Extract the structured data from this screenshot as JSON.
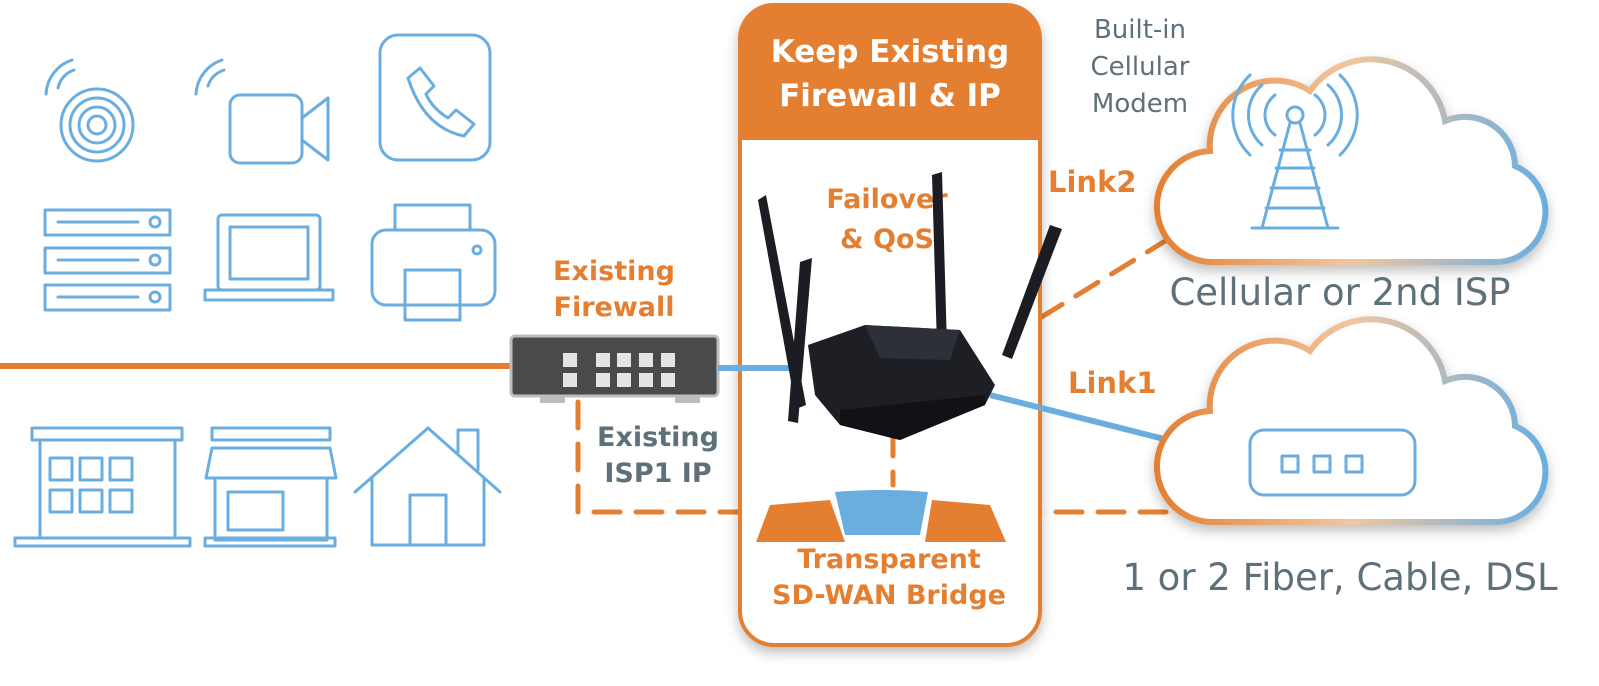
{
  "colors": {
    "orange": "#E47F31",
    "blue": "#6AAEE0",
    "gray_text": "#5E7079",
    "device_dark": "#4A4A4A"
  },
  "box": {
    "title_lines": [
      "Keep Existing",
      "Firewall & IP"
    ],
    "feature_lines": [
      "Failover",
      "& QoS"
    ],
    "bridge_lines": [
      "Transparent",
      "SD-WAN Bridge"
    ]
  },
  "labels": {
    "existing_firewall": [
      "Existing",
      "Firewall"
    ],
    "existing_isp1_ip": [
      "Existing",
      "ISP1 IP"
    ],
    "built_in_modem": [
      "Built-in",
      "Cellular",
      "Modem"
    ],
    "link2": "Link2",
    "link1": "Link1",
    "cloud_top": "Cellular or 2nd ISP",
    "cloud_bottom": "1 or 2 Fiber, Cable, DSL"
  },
  "icons": [
    "wireless-speaker-icon",
    "wifi-camera-icon",
    "phone-icon",
    "server-icon",
    "laptop-icon",
    "printer-icon",
    "office-building-icon",
    "store-icon",
    "house-icon",
    "firewall-switch-icon",
    "router-icon",
    "cell-tower-icon",
    "modem-icon",
    "cloud-icon"
  ]
}
